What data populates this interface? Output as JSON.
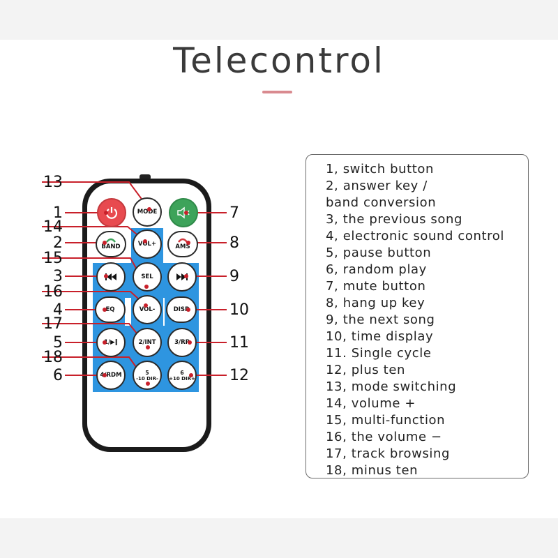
{
  "title": "Telecontrol",
  "remote_buttons": {
    "mode": "MODE",
    "band": "BAND",
    "vol_up": "VOL+",
    "ams": "AMS",
    "sel": "SEL",
    "eq": "EQ",
    "vol_down": "VOL-",
    "disp": "DISP",
    "b1": "1/▶‖",
    "b2": "2/INT",
    "b3": "3/RP",
    "b4": "4/RDM",
    "b5_num": "5",
    "b5_label": "-10 DIR-",
    "b6_num": "6",
    "b6_label": "+10 DIR+",
    "prev_icon": "prev-track-icon",
    "next_icon": "next-track-icon",
    "power_icon": "power-icon",
    "mute_icon": "mute-icon"
  },
  "callouts": {
    "n1": "1",
    "n2": "2",
    "n3": "3",
    "n4": "4",
    "n5": "5",
    "n6": "6",
    "n7": "7",
    "n8": "8",
    "n9": "9",
    "n10": "10",
    "n11": "11",
    "n12": "12",
    "n13": "13",
    "n14": "14",
    "n15": "15",
    "n16": "16",
    "n17": "17",
    "n18": "18"
  },
  "legend": [
    "1, switch button",
    "2, answer key /",
    "band conversion",
    "3, the previous song",
    "4, electronic sound control",
    "5, pause button",
    "6, random play",
    "7, mute button",
    "8, hang up key",
    "9, the next song",
    "10, time display",
    "11. Single cycle",
    "12, plus ten",
    "13, mode switching",
    "14, volume +",
    "15, multi-function",
    "16, the volume −",
    "17, track browsing",
    "18, minus ten"
  ],
  "colors": {
    "blue_panel": "#2e95e0",
    "callout_red": "#c8202a",
    "power_red": "#e84a4f",
    "mute_green": "#3da35a",
    "underline": "#d98a8f"
  }
}
